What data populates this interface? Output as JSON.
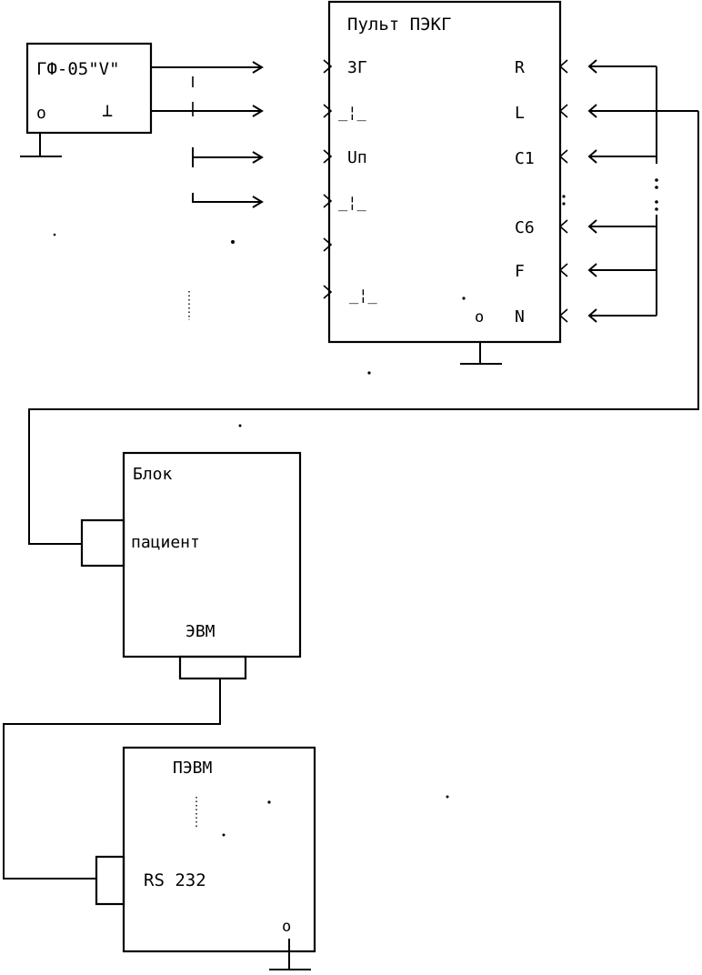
{
  "generator": {
    "label": "ГФ-05\"V\"",
    "terminal_left": "o",
    "terminal_right": "⊥"
  },
  "console": {
    "title": "Пульт ПЭКГ",
    "inputs_left": [
      "ЗГ",
      "_¦_",
      "Uп",
      "_¦_",
      "_¦_"
    ],
    "leads_right": [
      "R",
      "L",
      "C1",
      "C6",
      "F",
      "N"
    ],
    "ground_terminal": "o"
  },
  "unit": {
    "label_top": "Блок",
    "label_patient": "пациент",
    "label_computer": "ЭВМ"
  },
  "pc": {
    "label_top": "ПЭВМ",
    "label_port": "RS 232",
    "ground_terminal": "o"
  }
}
